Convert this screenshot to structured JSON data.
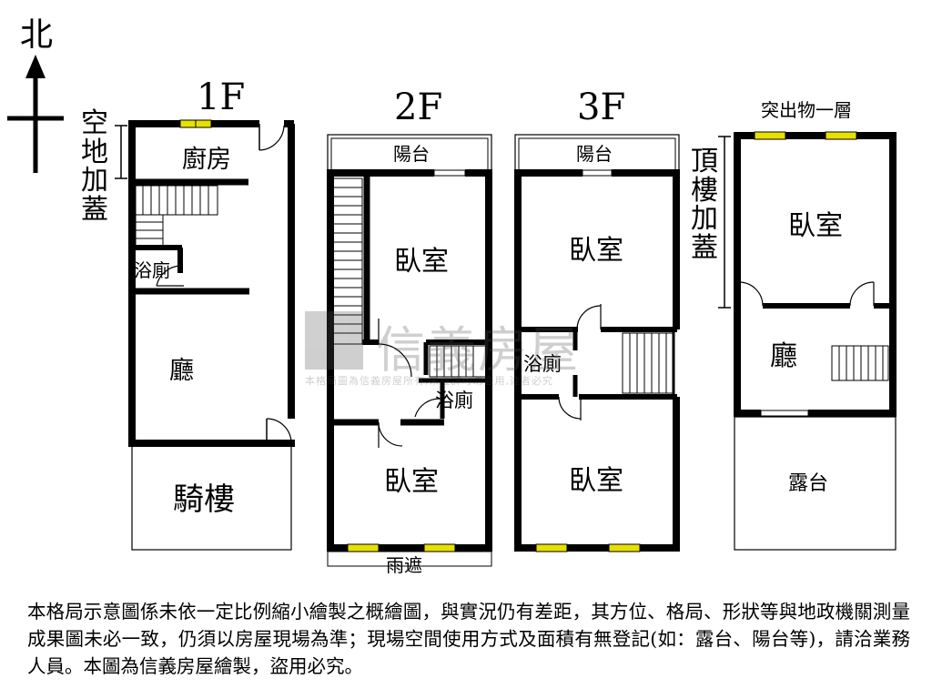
{
  "compass": {
    "north_label": "北"
  },
  "floors": {
    "f1": {
      "title": "1F",
      "side_note": "空地加蓋",
      "rooms": {
        "kitchen": "廚房",
        "bath": "浴廁",
        "living": "廳",
        "arcade": "騎樓"
      }
    },
    "f2": {
      "title": "2F",
      "rooms": {
        "balcony": "陽台",
        "bedroom_top": "臥室",
        "bath": "浴廁",
        "bedroom_bottom": "臥室",
        "canopy": "雨遮"
      }
    },
    "f3": {
      "title": "3F",
      "rooms": {
        "balcony": "陽台",
        "bedroom_top": "臥室",
        "bath": "浴廁",
        "bedroom_bottom": "臥室"
      }
    },
    "roof": {
      "title": "突出物一層",
      "side_note": "頂樓加蓋",
      "rooms": {
        "bedroom": "臥室",
        "living": "廳",
        "terrace": "露台"
      }
    }
  },
  "watermark": {
    "brand": "信義房屋",
    "subtext": "本格局圖為信義房屋所有,未經許可勿盜用,違者必究"
  },
  "disclaimer": "本格局示意圖係未依一定比例縮小繪製之概繪圖，與實況仍有差距，其方位、格局、形狀等與地政機關測量成果圖未必一致，仍須以房屋現場為準；現場空間使用方式及面積有無登記(如：露台、陽台等)，請洽業務人員。本圖為信義房屋繪製，盜用必究。"
}
